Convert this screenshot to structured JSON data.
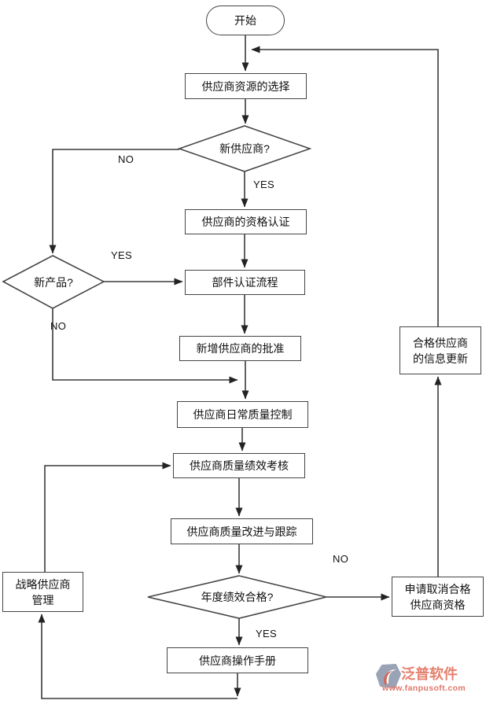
{
  "flowchart": {
    "nodes": {
      "start": {
        "label": "开始"
      },
      "resource_selection": {
        "label": "供应商资源的选择"
      },
      "new_supplier_q": {
        "label": "新供应商?"
      },
      "qualification": {
        "label": "供应商的资格认证"
      },
      "new_product_q": {
        "label": "新产品?"
      },
      "component_cert": {
        "label": "部件认证流程"
      },
      "new_supplier_approval": {
        "label": "新增供应商的批准"
      },
      "daily_quality": {
        "label": "供应商日常质量控制"
      },
      "performance_review": {
        "label": "供应商质量绩效考核"
      },
      "quality_improvement": {
        "label": "供应商质量改进与跟踪"
      },
      "annual_review_q": {
        "label": "年度绩效合格?"
      },
      "operation_manual": {
        "label": "供应商操作手册"
      },
      "strategic_mgmt": {
        "line1": "战略供应商",
        "line2": "管理"
      },
      "cancel_qualification": {
        "line1": "申请取消合格",
        "line2": "供应商资格"
      },
      "info_update": {
        "line1": "合格供应商",
        "line2": "的信息更新"
      }
    },
    "edge_labels": {
      "new_supplier_no": "NO",
      "new_supplier_yes": "YES",
      "new_product_yes": "YES",
      "new_product_no": "NO",
      "annual_no": "NO",
      "annual_yes": "YES"
    },
    "line_color": "#3a3a3a",
    "border_color": "#454545"
  },
  "watermark": {
    "brand": "泛普软件",
    "url": "www.fanpusoft.com",
    "brand_color": "#e5806e",
    "url_color": "#e0766a",
    "icon_color": "#9aa3b6",
    "icon_accent": "#cf6a5d"
  }
}
